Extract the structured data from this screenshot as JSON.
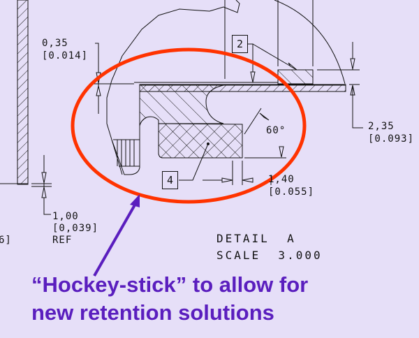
{
  "drawing": {
    "dimensions": {
      "d035": {
        "mm": "0,35",
        "in": "[0.014]"
      },
      "d235": {
        "mm": "2,35",
        "in": "[0.093]"
      },
      "d140": {
        "mm": "1,40",
        "in": "[0.055]"
      },
      "d100": {
        "mm": "1,00",
        "in": "[0,039]",
        "note": "REF"
      },
      "angle": "60°",
      "partial_left": "6]"
    },
    "balloons": {
      "b2": "2",
      "b4": "4"
    },
    "detail": {
      "title": "DETAIL  A",
      "scale": "SCALE  3.000"
    }
  },
  "annotation": {
    "line1": "“Hockey-stick” to allow for",
    "line2": "new retention solutions",
    "ellipse_color": "#FF3300",
    "arrow_color": "#5A1EBE"
  }
}
